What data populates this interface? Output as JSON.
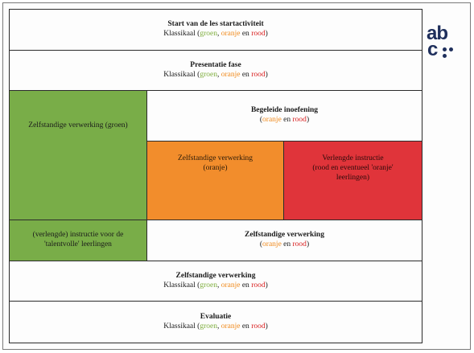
{
  "logo": {
    "text_ab": "ab",
    "text_c": "c"
  },
  "rows": {
    "start": {
      "title": "Start van de les startactiviteit",
      "prefix": "Klassikaal (",
      "green": "groen",
      "sep1": ", ",
      "orange": "oranje",
      "sep2": " en ",
      "red": "rood",
      "suffix": ")"
    },
    "presentatie": {
      "title": "Presentatie fase",
      "prefix": "Klassikaal (",
      "green": "groen",
      "sep1": ", ",
      "orange": "oranje",
      "sep2": " en ",
      "red": "rood",
      "suffix": ")"
    },
    "begeleide": {
      "title": "Begeleide inoefening",
      "prefix": "(",
      "orange": "oranje",
      "sep": " en ",
      "red": "rood",
      "suffix": ")"
    },
    "zelfstandig_groen": {
      "text": "Zelfstandige verwerking (groen)"
    },
    "zelfstandig_oranje": {
      "line1": "Zelfstandige verwerking",
      "line2": "(oranje)"
    },
    "verlengde_instructie": {
      "line1": "Verlengde instructie",
      "line2": "(rood en eventueel 'oranje'",
      "line3": "leerlingen)"
    },
    "talentvolle": {
      "line1": "(verlengde) instructie voor de",
      "line2": "'talentvolle' leerlingen"
    },
    "zelfstandig_oranje_rood": {
      "title": "Zelfstandige verwerking",
      "prefix": "(",
      "orange": "oranje",
      "sep": " en ",
      "red": "rood",
      "suffix": ")"
    },
    "zelfstandig_klassikaal": {
      "title": "Zelfstandige verwerking",
      "prefix": "Klassikaal (",
      "green": "groen",
      "sep1": ", ",
      "orange": "oranje",
      "sep2": " en ",
      "red": "rood",
      "suffix": ")"
    },
    "evaluatie": {
      "title": "Evaluatie",
      "prefix": "Klassikaal (",
      "green": "groen",
      "sep1": ", ",
      "orange": "oranje",
      "sep2": " en ",
      "red": "rood",
      "suffix": ")"
    }
  },
  "colors": {
    "green": "#79ad48",
    "orange": "#f28d2c",
    "red": "#e0343a",
    "text_green": "#7fae3e",
    "text_orange": "#f08a1c",
    "text_red": "#d81e1e"
  }
}
